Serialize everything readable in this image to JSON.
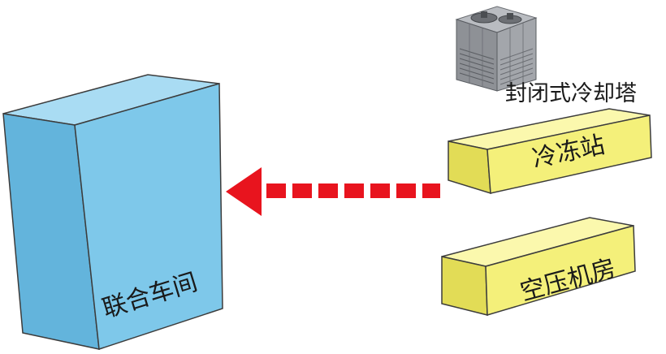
{
  "labels": {
    "workshop": "联合车间",
    "cooling_tower": "封闭式冷却塔",
    "chiller_station": "冷冻站",
    "air_compressor_room": "空压机房"
  },
  "colors": {
    "workshop_front": "#7ec8ea",
    "workshop_side": "#63b4dc",
    "workshop_top": "#a9dcf3",
    "building_front": "#f4f07a",
    "building_side": "#e2dc56",
    "building_top": "#fbf8ad",
    "outline": "#3c3c3c",
    "arrow": "#e8141e",
    "tower_body": "#8e9196",
    "tower_dark": "#5a5d62"
  },
  "icons": {
    "cooling_tower": "cooling-tower-icon",
    "flow_arrow": "arrow-left-icon"
  }
}
